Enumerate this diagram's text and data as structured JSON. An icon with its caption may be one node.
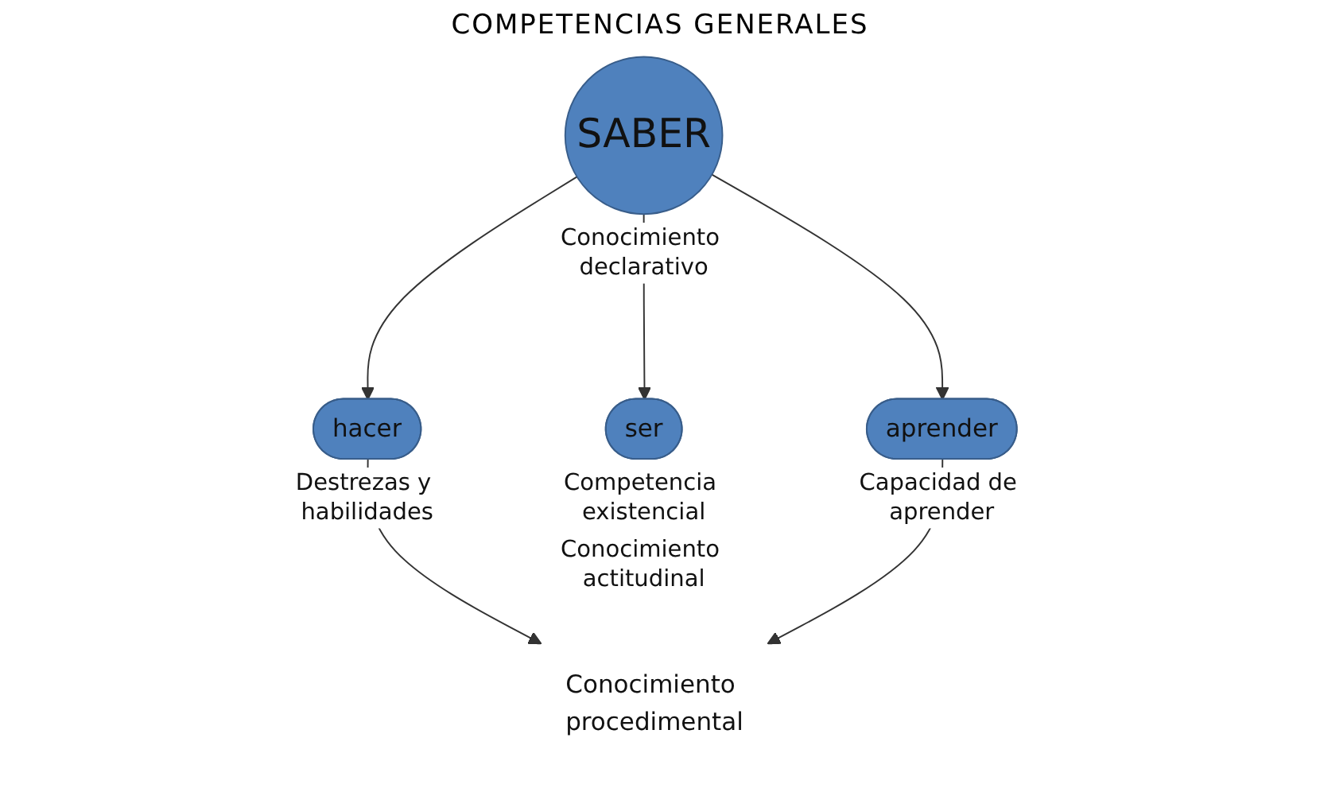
{
  "diagram": {
    "title": "COMPETENCIAS GENERALES",
    "nodes": [
      {
        "text": [
          "SABER"
        ],
        "beside": [
          "Conocimiento declarativo"
        ]
      },
      {
        "text": [
          "hacer"
        ],
        "beside": [
          "Destrezas y habilidades"
        ]
      },
      {
        "text": [
          "ser"
        ],
        "beside": [
          "Competencia existencial",
          "Conocimiento actitudinal"
        ]
      },
      {
        "text": [
          "aprender"
        ],
        "beside": [
          "Capacidad de aprender"
        ]
      },
      {
        "text": [
          "Conocimiento procedimental"
        ]
      }
    ],
    "edges": [
      {
        "from": 0,
        "to": 1,
        "arrow": "to"
      },
      {
        "from": 0,
        "to": 2,
        "arrow": "to"
      },
      {
        "from": 0,
        "to": 3,
        "arrow": "to"
      },
      {
        "from": 1,
        "to": 4,
        "arrow": "to"
      },
      {
        "from": 3,
        "to": 4,
        "arrow": "to"
      }
    ]
  }
}
